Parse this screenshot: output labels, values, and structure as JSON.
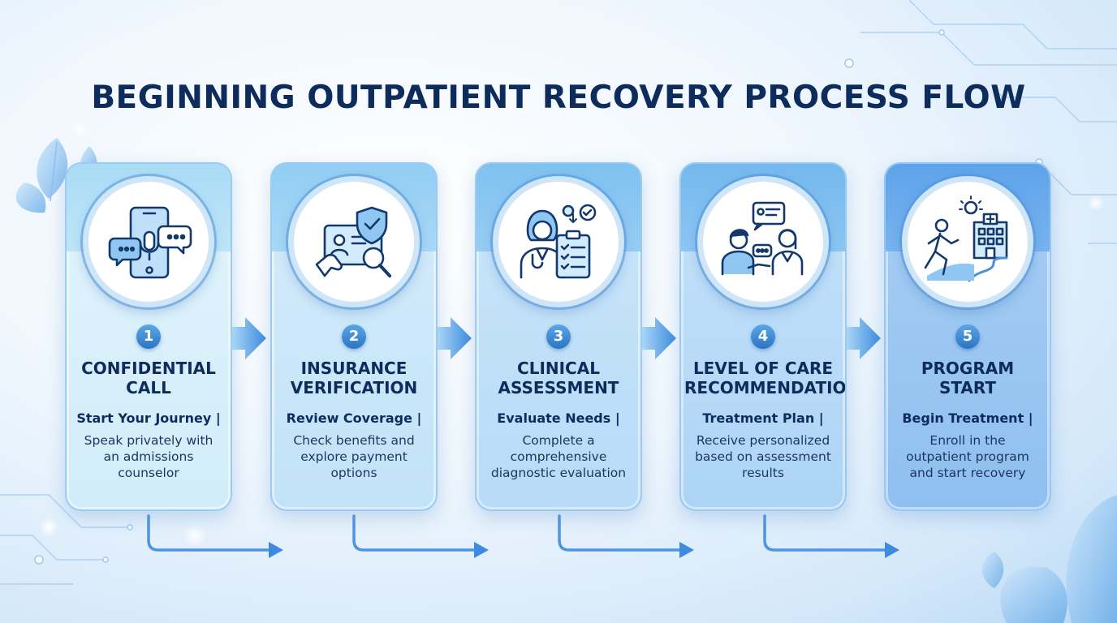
{
  "title": "BEGINNING OUTPATIENT RECOVERY PROCESS FLOW",
  "colors": {
    "title": "#0d2c5c",
    "accent": "#2c74c4",
    "card_1": "#d9f0fb",
    "card_5": "#8cbcf0"
  },
  "steps": [
    {
      "number": "1",
      "title_line1": "CONFIDENTIAL",
      "title_line2": "CALL",
      "subtitle": "Start Your Journey |",
      "desc_line1": "Speak privately with",
      "desc_line2": "an admissions",
      "desc_line3": "counselor",
      "icon": "phone-chat-icon"
    },
    {
      "number": "2",
      "title_line1": "INSURANCE",
      "title_line2": "VERIFICATION",
      "subtitle": "Review Coverage |",
      "desc_line1": "Check benefits and",
      "desc_line2": "explore payment",
      "desc_line3": "options",
      "icon": "insurance-card-shield-icon"
    },
    {
      "number": "3",
      "title_line1": "CLINICAL",
      "title_line2": "ASSESSMENT",
      "subtitle": "Evaluate Needs |",
      "desc_line1": "Complete a",
      "desc_line2": "comprehensive",
      "desc_line3": "diagnostic evaluation",
      "icon": "doctor-clipboard-icon"
    },
    {
      "number": "4",
      "title_line1": "LEVEL OF CARE",
      "title_line2": "RECOMMENDATION",
      "subtitle": "Treatment Plan |",
      "desc_line1": "Receive personalized",
      "desc_line2": "based on assessment",
      "desc_line3": "results",
      "icon": "consultation-icon"
    },
    {
      "number": "5",
      "title_line1": "PROGRAM",
      "title_line2": "START",
      "subtitle": "Begin Treatment |",
      "desc_line1": "Enroll in the",
      "desc_line2": "outpatient program",
      "desc_line3": "and start recovery",
      "icon": "walking-to-hospital-icon"
    }
  ]
}
